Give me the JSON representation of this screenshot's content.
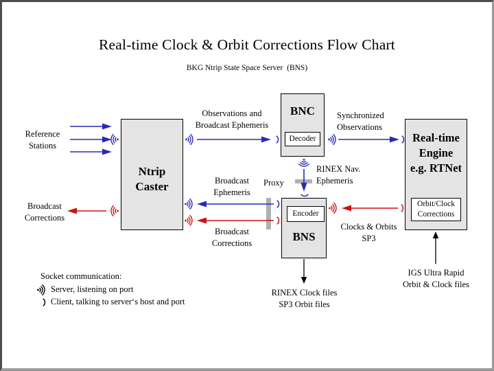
{
  "page": {
    "title": "Real-time Clock & Orbit Corrections Flow Chart",
    "subtitle": "BKG Ntrip State Space Server  (BNS)"
  },
  "boxes": {
    "caster": {
      "label": "Ntrip\nCaster"
    },
    "bnc": {
      "title": "BNC",
      "sub": "Decoder"
    },
    "bns": {
      "title": "BNS",
      "sub": "Encoder"
    },
    "engine": {
      "title": "Real-time\nEngine\ne.g. RTNet",
      "sub": "Orbit/Clock\nCorrections"
    }
  },
  "labels": {
    "reference_stations": "Reference\nStations",
    "broadcast_corrections_in": "Broadcast\nCorrections",
    "observations_ephemeris": "Observations and\nBroadcast Ephemeris",
    "synchronized_observations": "Synchronized\nObservations",
    "rinex_nav_ephemeris": "RINEX Nav.\nEphemeris",
    "broadcast_ephemeris": "Broadcast\nEphemeris",
    "proxy": "Proxy",
    "broadcast_corrections_out": "Broadcast\nCorrections",
    "clocks_orbits_sp3": "Clocks & Orbits\nSP3",
    "rinex_clock_sp3_files": "RINEX Clock files\nSP3 Orbit files",
    "igs_ultra_rapid": "IGS Ultra Rapid\nOrbit & Clock files"
  },
  "legend": {
    "title": "Socket communication:",
    "server": "Server, listening on port",
    "client": "Client, talking to server‘s host and port"
  },
  "colors": {
    "blue": "#2929b8",
    "red": "#cc1111",
    "box_fill": "#e4e4e4",
    "proxy_gray": "#b0b0b0",
    "frame_dark": "#4d4d4d",
    "frame_light": "#999999"
  }
}
